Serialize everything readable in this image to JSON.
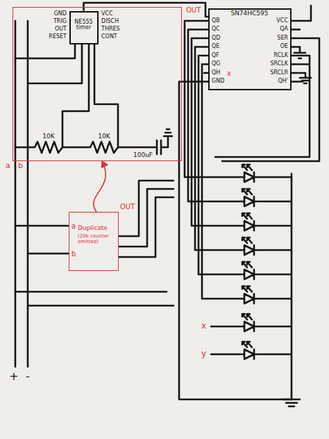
{
  "diagram": {
    "nodes": [
      {
        "text": [
          "a",
          "b",
          "OUT"
        ]
      },
      {
        "text": [
          "NE555 timer"
        ],
        "in": 0
      },
      {
        "text": [
          "SN74HC595"
        ]
      },
      {
        "text": [
          "Duplicate",
          "(20k counter omitted)",
          "a",
          "b",
          "OUT"
        ]
      }
    ],
    "edges": [
      {
        "from": 1,
        "to": 2,
        "arrow": "none"
      },
      {
        "from": 3,
        "to": 0,
        "arrow": "to"
      }
    ],
    "labels": [
      "GND",
      "TRIG",
      "OUT",
      "RESET",
      "VCC",
      "DISCH",
      "THRES",
      "CONT",
      "10K",
      "10K",
      "100uF",
      "QB",
      "QC",
      "QD",
      "QE",
      "QF",
      "QG",
      "QH",
      "GND",
      "VCC",
      "QA",
      "SER",
      "OE",
      "RCLK",
      "SRCLK",
      "SRCLR",
      "QH'",
      "x",
      "x",
      "y",
      "+",
      "-"
    ]
  }
}
